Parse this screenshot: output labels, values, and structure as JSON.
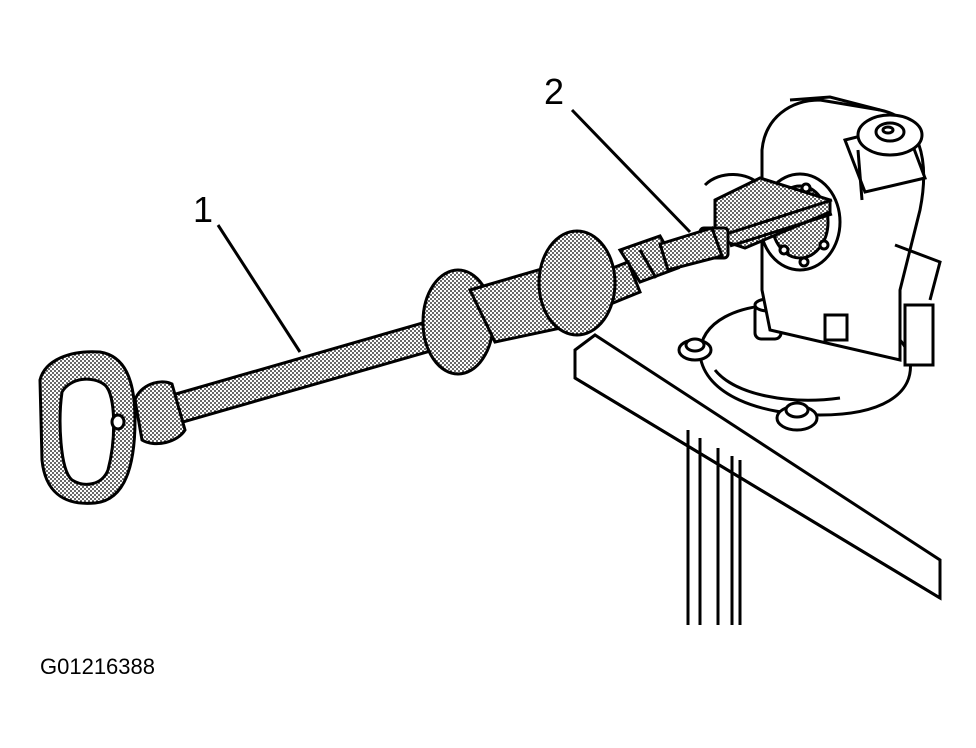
{
  "callouts": [
    {
      "label": "1",
      "part": "slide-hammer"
    },
    {
      "label": "2",
      "part": "puller-adapter"
    }
  ],
  "figure_id": "G01216388",
  "colors": {
    "ink": "#000000",
    "stipple": "#9a9a9a",
    "paper": "#ffffff"
  }
}
